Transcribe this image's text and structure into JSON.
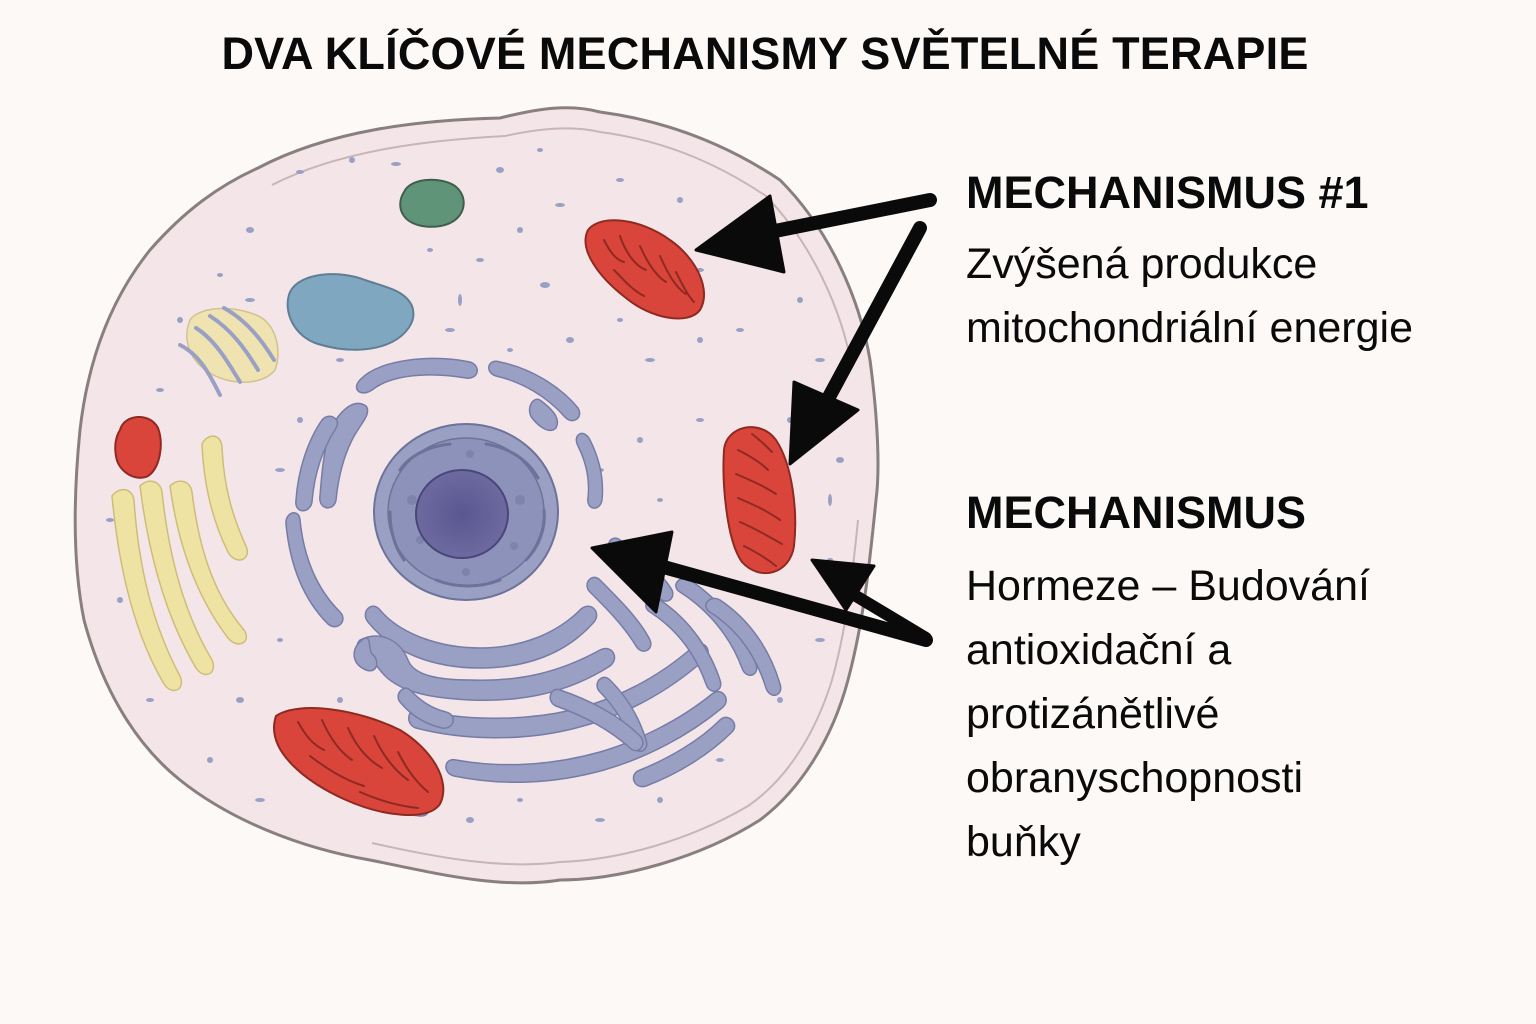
{
  "title": "DVA KLÍČOVÉ MECHANISMY SVĚTELNÉ TERAPIE",
  "mechanism_1": {
    "heading": "MECHANISMUS #1",
    "lines": [
      "Zvýšená produkce",
      "mitochondriální energie"
    ]
  },
  "mechanism_2": {
    "heading": "MECHANISMUS",
    "lines": [
      "Hormeze – Budování",
      "antioxidační a",
      "protizánětlivé",
      "obranyschopnosti",
      "buňky"
    ]
  },
  "colors": {
    "cytoplasm": "#f4e6e8",
    "membrane": "#8a7f80",
    "mitochondria": "#d9453a",
    "endoplasmic_reticulum": "#9aa0c4",
    "nucleus": "#5f5a92",
    "golgi": "#efe3a4",
    "vacuole": "#7fa8c0",
    "vesicle_green": "#5f9478",
    "arrow": "#0a0a0a"
  }
}
